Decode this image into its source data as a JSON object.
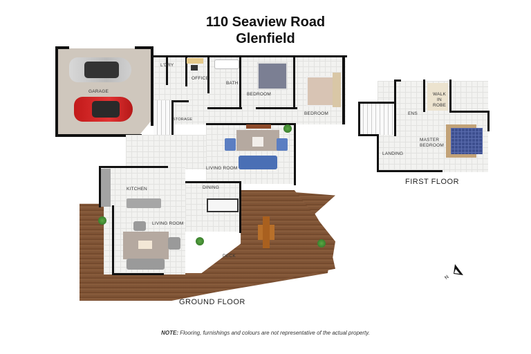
{
  "header": {
    "address_line1": "110 Seaview Road",
    "address_line2": "Glenfield"
  },
  "ground_floor": {
    "title": "GROUND FLOOR",
    "rooms": {
      "garage": "GARAGE",
      "laundry": "L'DRY",
      "office": "OFFICE",
      "bath": "BATH",
      "bedroom1": "BEDROOM",
      "bedroom2": "BEDROOM",
      "storage": "STORAGE",
      "living_room_upper": "LIVING ROOM",
      "kitchen": "KITCHEN",
      "dining": "DINING",
      "living_room_lower": "LIVING ROOM",
      "deck": "DECK"
    }
  },
  "first_floor": {
    "title": "FIRST FLOOR",
    "rooms": {
      "ensuite": "ENS",
      "walk_in_robe_1": "WALK",
      "walk_in_robe_2": "IN",
      "walk_in_robe_3": "ROBE",
      "master_bedroom_1": "MASTER",
      "master_bedroom_2": "BEDROOM",
      "landing": "LANDING"
    }
  },
  "compass": {
    "label": "N",
    "icon": "north-arrow-icon"
  },
  "footer": {
    "note_label": "NOTE:",
    "note_text": " Flooring, furnishings and colours are not representative of the actual property."
  },
  "colors": {
    "wall": "#111111",
    "deck": "#7a5134",
    "garage_floor": "#cfc7bd",
    "tile_floor": "#f2f2f0",
    "sofa_blue": "#4a6fb5",
    "car_red": "#d42a2a",
    "car_silver": "#cfcfcf"
  }
}
